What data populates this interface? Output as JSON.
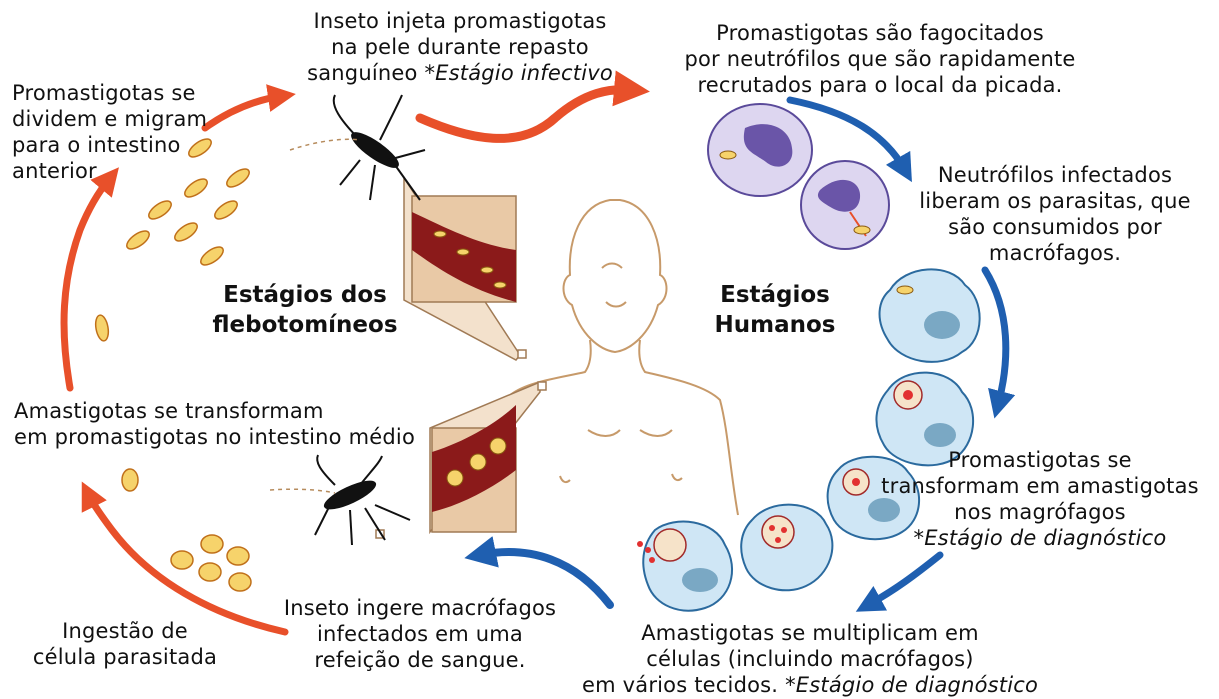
{
  "colors": {
    "sandfly_arrow": "#e8502a",
    "human_arrow": "#1f5fb0",
    "skin_outline": "#c79a6a",
    "blood": "#8b1a1a",
    "tissue": "#e9c9a6",
    "macrophage": "#cfe6f5",
    "neutrophil": "#ddd6f0",
    "parasite": "#f6d36b"
  },
  "icons": {
    "insect": "sandfly-icon",
    "human": "human-figure-icon"
  },
  "titles": {
    "sandfly": [
      "Estágios dos",
      "flebotomíneos"
    ],
    "human": [
      "Estágios",
      "Humanos"
    ]
  },
  "steps": {
    "inject": {
      "lines": [
        "Inseto injeta promastigotas",
        "na pele durante repasto"
      ],
      "last_plain": "sanguíneo",
      "last_italic": "*Estágio infectivo"
    },
    "phagocyte": {
      "lines": [
        "Promastigotas são fagocitados",
        "por neutrófilos que são rapidamente",
        "recrutados para o local da picada."
      ]
    },
    "neutrophil_release": {
      "lines": [
        "Neutrófilos infectados",
        "liberam os parasitas, que",
        "são consumidos por",
        "macrófagos."
      ]
    },
    "transform_amastigote": {
      "lines": [
        "Promastigotas se",
        "transformam em amastigotas",
        "nos magrófagos"
      ],
      "italic": "*Estágio de diagnóstico"
    },
    "multiply": {
      "lines": [
        "Amastigotas se multiplicam em",
        "células (incluindo macrófagos)"
      ],
      "last_plain": "em vários tecidos.",
      "last_italic": "*Estágio de diagnóstico"
    },
    "ingest": {
      "lines": [
        "Inseto ingere macrófagos",
        "infectados em uma",
        "refeição de sangue."
      ]
    },
    "ingest_cell": {
      "lines": [
        "Ingestão de",
        "célula parasitada"
      ]
    },
    "transform_promastigote": {
      "lines": [
        "Amastigotas se transformam",
        "em promastigotas no intestino médio"
      ]
    },
    "divide": {
      "lines": [
        "Promastigotas se",
        "dividem e migram",
        "para o intestino",
        "anterior"
      ]
    }
  }
}
